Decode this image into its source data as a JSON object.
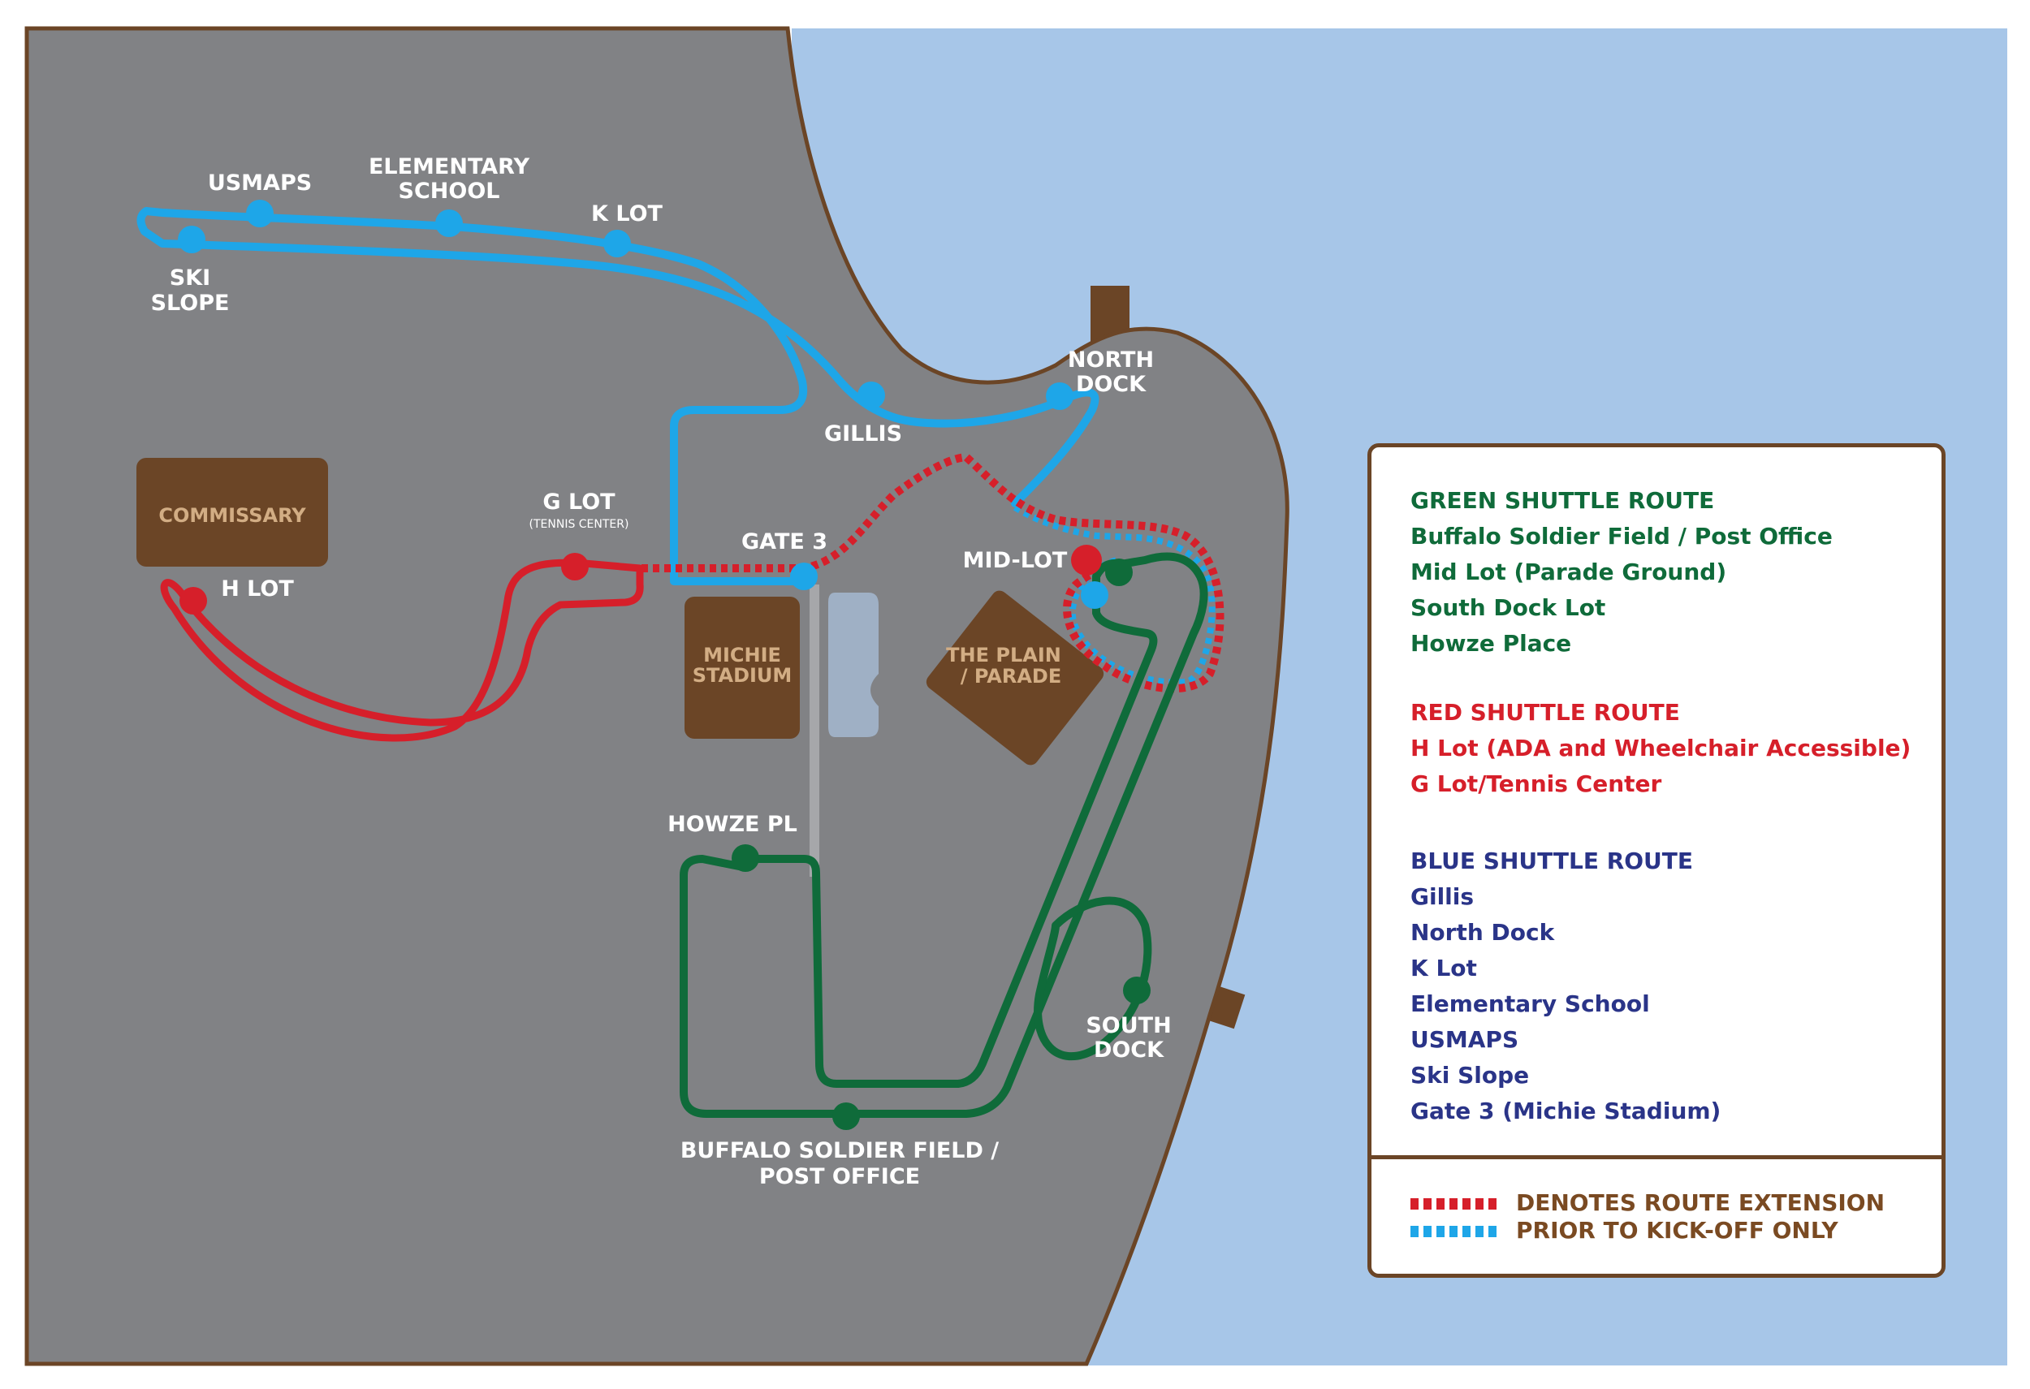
{
  "colors": {
    "water": "#a7c6e8",
    "land": "#818285",
    "shore": "#6b4526",
    "building": "#6b4526",
    "building_text": "#d2ad84",
    "green_route": "#0f6b3a",
    "red_route": "#d61f2a",
    "blue_route": "#1ea6e8",
    "green_text": "#0f6b3a",
    "red_text": "#d61f2a",
    "blue_text": "#2a3488",
    "note_text": "#7a4a22"
  },
  "map": {
    "labels": {
      "usmaps": "USMAPS",
      "elementary_1": "ELEMENTARY",
      "elementary_2": "SCHOOL",
      "k_lot": "K LOT",
      "ski_1": "SKI",
      "ski_2": "SLOPE",
      "gillis": "GILLIS",
      "north_dock_1": "NORTH",
      "north_dock_2": "DOCK",
      "g_lot": "G LOT",
      "g_lot_sub": "(TENNIS CENTER)",
      "h_lot": "H LOT",
      "gate_3": "GATE 3",
      "mid_lot": "MID-LOT",
      "howze_pl": "HOWZE PL",
      "south_dock_1": "SOUTH",
      "south_dock_2": "DOCK",
      "buffalo_1": "BUFFALO SOLDIER FIELD /",
      "buffalo_2": "POST OFFICE"
    },
    "buildings": {
      "commissary": "COMMISSARY",
      "michie_1": "MICHIE",
      "michie_2": "STADIUM",
      "plain_1": "THE PLAIN",
      "plain_2": "/ PARADE"
    }
  },
  "legend": {
    "green": {
      "title": "GREEN SHUTTLE ROUTE",
      "items": [
        "Buffalo Soldier Field / Post Office",
        "Mid Lot (Parade Ground)",
        "South Dock Lot",
        "Howze Place"
      ]
    },
    "red": {
      "title": "RED SHUTTLE ROUTE",
      "items": [
        "H Lot (ADA and Wheelchair Accessible)",
        "G Lot/Tennis Center"
      ]
    },
    "blue": {
      "title": "BLUE SHUTTLE ROUTE",
      "items": [
        "Gillis",
        "North Dock",
        "K Lot",
        "Elementary School",
        "USMAPS",
        "Ski Slope",
        "Gate 3 (Michie Stadium)"
      ]
    },
    "note_line_1": "DENOTES ROUTE EXTENSION",
    "note_line_2": "PRIOR TO KICK-OFF ONLY"
  }
}
